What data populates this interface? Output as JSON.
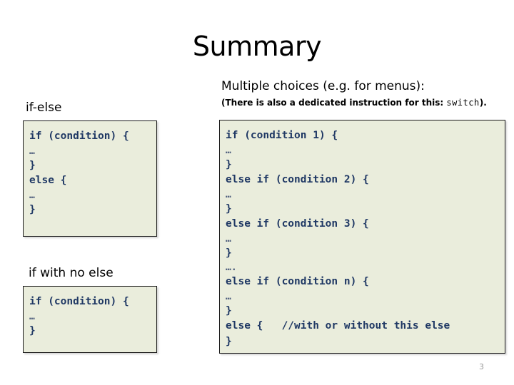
{
  "slide": {
    "title": "Summary",
    "page_number": "3"
  },
  "left_column": {
    "label_if_else": "if-else",
    "label_if_no_else": "if with no else",
    "code_if_else": [
      "if (condition) {",
      "…",
      "}",
      "else {",
      "…",
      "}"
    ],
    "code_if_no_else": [
      "if (condition) {",
      "…",
      "}"
    ]
  },
  "right_column": {
    "heading": "Multiple choices (e.g. for menus):",
    "subheading_prefix": "(There is also a dedicated instruction for this: ",
    "subheading_keyword": "switch",
    "subheading_suffix": ").",
    "code_else_if_chain": [
      "if (condition 1) {",
      "…",
      "}",
      "else if (condition 2) {",
      "…",
      "}",
      "else if (condition 3) {",
      "…",
      "}",
      "….",
      "else if (condition n) {",
      "…",
      "}",
      "else {   //with or without this else",
      "}"
    ]
  },
  "colors": {
    "code_background": "#EAEDDC",
    "code_text": "#1F3864",
    "code_border": "#1A1A1A",
    "page_number": "#9A9A9A",
    "slide_background": "#FFFFFF"
  }
}
